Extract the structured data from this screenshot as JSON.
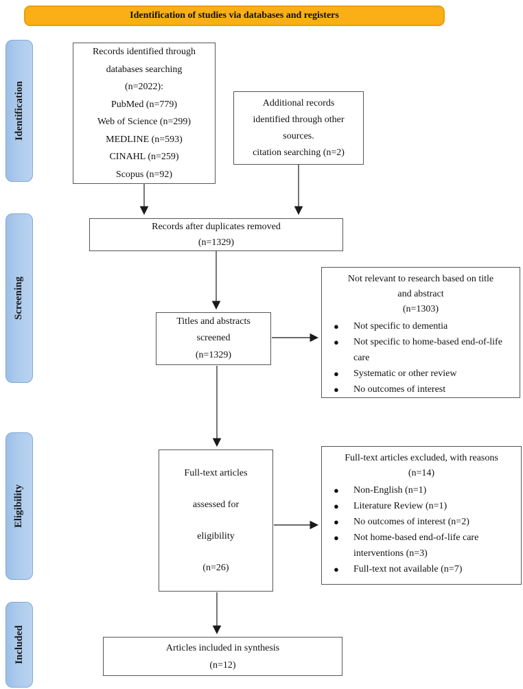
{
  "banner": {
    "label": "Identification of studies via databases and registers",
    "fill": "#F9AF15",
    "border": "#EC9E08"
  },
  "sidebar": {
    "fill": "#AECBEC",
    "border": "#7FA9D9",
    "stages": [
      {
        "label": "Identification"
      },
      {
        "label": "Screening"
      },
      {
        "label": "Eligibility"
      },
      {
        "label": "Included"
      }
    ]
  },
  "boxes": {
    "records_identified": {
      "text": "Records identified through\ndatabases searching\n(n=2022):\nPubMed (n=779)\nWeb of Science (n=299)\nMEDLINE (n=593)\nCINAHL (n=259)\nScopus (n=92)"
    },
    "additional_records": {
      "text": "Additional records\nidentified through other\nsources.\ncitation searching (n=2)"
    },
    "duplicates_removed": {
      "text": "Records after duplicates removed\n(n=1329)"
    },
    "titles_screened": {
      "text": "Titles and abstracts\nscreened\n(n=1329)"
    },
    "not_relevant": {
      "title": "Not relevant to research based on title\nand abstract\n(n=1303)",
      "bullets": [
        "Not specific to dementia",
        "Not specific to home-based end-of-life care",
        "Systematic or other review",
        "No outcomes of interest"
      ]
    },
    "fulltext_assessed": {
      "text": "Full-text articles\nassessed for\neligibility\n(n=26)"
    },
    "fulltext_excluded": {
      "title": "Full-text articles excluded, with reasons\n(n=14)",
      "bullets": [
        "Non-English (n=1)",
        "Literature Review (n=1)",
        "No outcomes of interest (n=2)",
        "Not home-based end-of-life care interventions (n=3)",
        "Full-text not available (n=7)"
      ]
    },
    "included_synthesis": {
      "text": "Articles included in synthesis\n(n=12)"
    }
  }
}
